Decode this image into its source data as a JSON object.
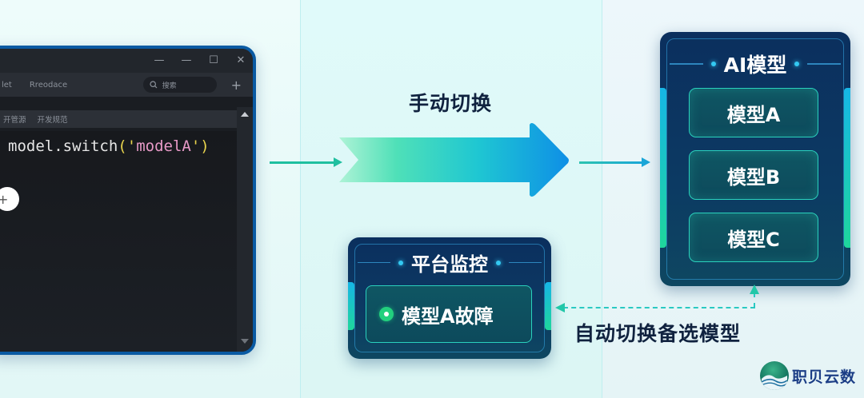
{
  "editor": {
    "window_controls": [
      "minimize-icon",
      "minimize-icon",
      "maximize-icon",
      "close-icon"
    ],
    "menu_items": [
      "let",
      "Rreodace"
    ],
    "search": {
      "placeholder": "搜索",
      "icon": "search-icon"
    },
    "add_tab_icon": "plus-icon",
    "tabs": [
      "开管源",
      "开发规范"
    ],
    "code": {
      "prefix": "model.switch",
      "open_paren": "(",
      "quote_open": "'",
      "argument": "modelA",
      "quote_close": "'",
      "close_paren": ")"
    },
    "add_button_icon": "plus-circle-icon"
  },
  "diagram": {
    "manual_switch_label": "手动切换",
    "ai_models": {
      "title": "AI模型",
      "items": [
        "模型A",
        "模型B",
        "模型C"
      ]
    },
    "monitor": {
      "title": "平台监控",
      "status_text": "模型A故障",
      "status_color": "#22d07e"
    },
    "auto_switch_label": "自动切换备选模型"
  },
  "logo": {
    "text": "职贝云数"
  },
  "colors": {
    "accent_teal": "#1fbfa0",
    "accent_blue": "#1a8fe0",
    "panel_dark": "#0b2f5e",
    "text_dark": "#10223f"
  }
}
